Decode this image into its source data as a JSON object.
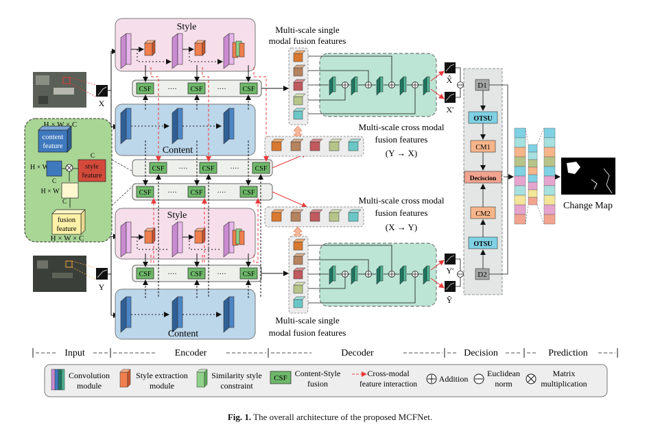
{
  "figure": {
    "inputs": {
      "x_label": "X",
      "y_label": "Y"
    },
    "encoder": {
      "style_top": "Style",
      "style_bottom": "Style",
      "content_top": "Content",
      "content_bottom": "Content",
      "csf_label": "CSF",
      "dots": "····"
    },
    "csf_block": {
      "top_dims": "H × W × C",
      "content_feature_1": "content",
      "content_feature_2": "feature",
      "style_feature_1": "style",
      "style_feature_2": "feature",
      "c_label": "C",
      "hw_label": "H × W",
      "fusion_feature_1": "fusion",
      "fusion_feature_2": "feature",
      "bottom_dims": "H × W × C"
    },
    "decoder": {
      "single_top_1": "Multi-scale single",
      "single_top_2": "modal fusion features",
      "single_bottom_1": "Multi-scale single",
      "single_bottom_2": "modal fusion features",
      "cross_yx_1": "Multi-scale cross modal",
      "cross_yx_2": "fusion features",
      "cross_yx_3": "(Y → X)",
      "cross_xy_1": "Multi-scale cross modal",
      "cross_xy_2": "fusion features",
      "cross_xy_3": "(X → Y)",
      "out_x_hat": "X̂",
      "out_x_prime": "X′",
      "out_y_prime": "Y′",
      "out_y_hat": "Ŷ"
    },
    "decision": {
      "d1": "D1",
      "d2": "D2",
      "otsu_top": "OTSU",
      "otsu_bottom": "OTSU",
      "cm1": "CM1",
      "cm2": "CM2",
      "decision": "Deciscion"
    },
    "prediction": {
      "change_map": "Change Map"
    },
    "stages": [
      "Input",
      "Encoder",
      "Decoder",
      "Decision",
      "Prediction"
    ],
    "legend": {
      "conv_1": "Convolution",
      "conv_2": "module",
      "style_1": "Style extraction",
      "style_2": "module",
      "sim_1": "Similarity style",
      "sim_2": "constraint",
      "csf_box": "CSF",
      "csf_1": "Content-Style",
      "csf_2": "fusion",
      "cross_1": "Cross-modal",
      "cross_2": "feature interaction",
      "addition": "Addition",
      "eucl_1": "Euclidean",
      "eucl_2": "norm",
      "matmul_1": "Matrix",
      "matmul_2": "multiplication"
    }
  },
  "caption": {
    "label": "Fig. 1.",
    "text": "The overall architecture of the proposed MCFNet."
  },
  "colors": {
    "style_panel": "#f6dfea",
    "content_panel": "#bcd6ea",
    "csf_row": "#eef0ec",
    "csf_block_panel": "#a9d595",
    "decoder_panel": "#bde5d6",
    "decision_panel": "#e3e6e4",
    "legend_panel": "#eeeeee",
    "cross_modal_arrow": "#e8393a",
    "csf_box": "#6fb86a",
    "otsu": "#7fd1e3",
    "cm": "#f6b58a",
    "decision_box": "#f2a490"
  }
}
